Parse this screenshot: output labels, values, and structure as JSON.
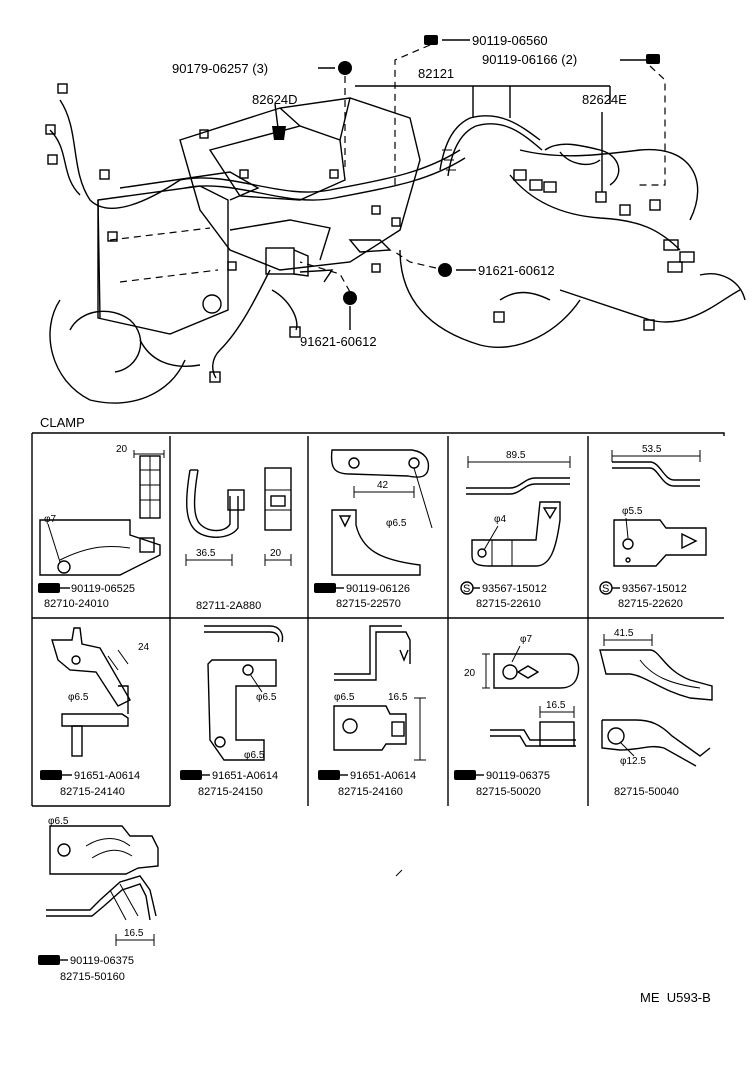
{
  "callouts": {
    "c1": "90119-06560",
    "c2": "90179-06257 (3)",
    "c3": "90119-06166 (2)",
    "c4": "82121",
    "c5": "82624D",
    "c6": "82624E",
    "c7": "91621-60612",
    "c8": "91621-60612"
  },
  "section_title": "CLAMP",
  "cells": [
    {
      "dims": [
        "20",
        "φ7"
      ],
      "bolt": "90119-06525",
      "part": "82710-24010"
    },
    {
      "dims": [
        "36.5",
        "20"
      ],
      "bolt": "",
      "part": "82711-2A880"
    },
    {
      "dims": [
        "42",
        "φ6.5"
      ],
      "bolt": "90119-06126",
      "part": "82715-22570"
    },
    {
      "dims": [
        "89.5",
        "φ4"
      ],
      "bolt": "93567-15012",
      "part": "82715-22610"
    },
    {
      "dims": [
        "53.5",
        "φ5.5"
      ],
      "bolt": "93567-15012",
      "part": "82715-22620"
    },
    {
      "dims": [
        "24",
        "φ6.5"
      ],
      "bolt": "91651-A0614",
      "part": "82715-24140"
    },
    {
      "dims": [
        "φ6.5",
        "φ6.5"
      ],
      "bolt": "91651-A0614",
      "part": "82715-24150"
    },
    {
      "dims": [
        "φ6.5",
        "16.5"
      ],
      "bolt": "91651-A0614",
      "part": "82715-24160"
    },
    {
      "dims": [
        "φ7",
        "20",
        "16.5"
      ],
      "bolt": "90119-06375",
      "part": "82715-50020"
    },
    {
      "dims": [
        "41.5",
        "φ12.5"
      ],
      "bolt": "",
      "part": "82715-50040"
    },
    {
      "dims": [
        "φ6.5",
        "16.5"
      ],
      "bolt": "90119-06375",
      "part": "82715-50160"
    }
  ],
  "footer_code": "ME  U593-B"
}
